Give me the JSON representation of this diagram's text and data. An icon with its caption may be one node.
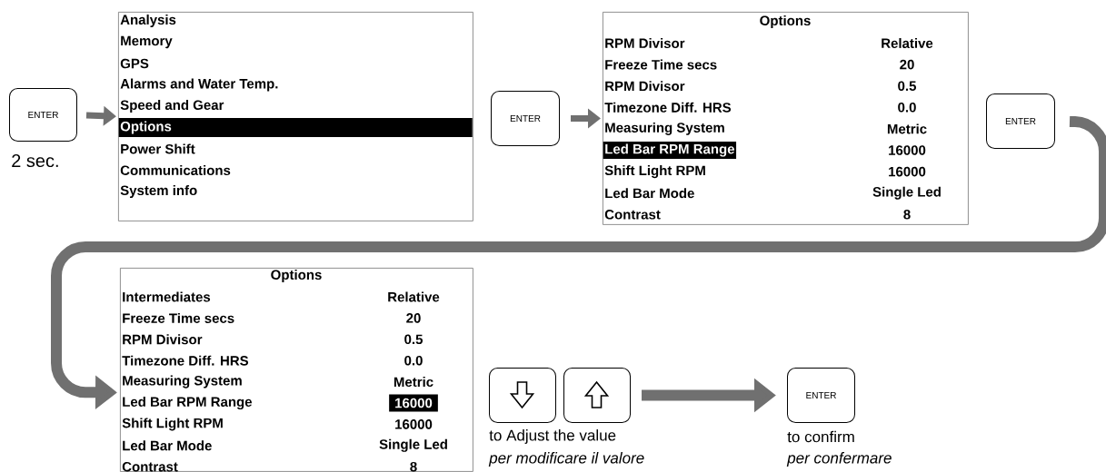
{
  "diagram": {
    "nodes": [
      {
        "text": [
          "ENTER"
        ],
        "beside": [
          "2 sec."
        ]
      },
      {
        "text": [
          "Analysis",
          "Memory",
          "GPS",
          "Alarms and Water Temp.",
          "Speed and Gear",
          "Options",
          "Power Shift",
          "Communications",
          "System info"
        ]
      },
      {
        "text": [
          "ENTER"
        ]
      },
      {
        "text": [
          "Options",
          "RPM Divisor",
          "Relative",
          "Freeze Time secs",
          "20",
          "RPM Divisor",
          "0.5",
          "Timezone Diff. HRS",
          "0.0",
          "Measuring System",
          "Metric",
          "Led Bar RPM Range",
          "16000",
          "Shift Light RPM",
          "16000",
          "Led Bar Mode",
          "Single Led",
          "Contrast",
          "8"
        ]
      },
      {
        "text": [
          "ENTER"
        ]
      },
      {
        "text": [
          "Options",
          "Intermediates",
          "Relative",
          "Freeze Time secs",
          "20",
          "RPM Divisor",
          "0.5",
          "Timezone Diff. HRS",
          "0.0",
          "Measuring System",
          "Metric",
          "Led Bar RPM Range",
          "16000",
          "Shift Light RPM",
          "16000",
          "Led Bar Mode",
          "Single Led",
          "Contrast",
          "8"
        ]
      },
      {
        "text": [],
        "shape": "box"
      },
      {
        "text": [],
        "shape": "box"
      },
      {
        "text": [
          "ENTER"
        ],
        "beside": [
          "to confirm",
          "per confermare"
        ]
      }
    ],
    "edges": [
      {
        "from": 0,
        "to": 1,
        "arrow": "to"
      },
      {
        "from": 2,
        "to": 3,
        "arrow": "to"
      },
      {
        "from": 4,
        "to": 5,
        "arrow": "to"
      },
      {
        "from": 7,
        "to": 8,
        "arrow": "to"
      }
    ],
    "labels": [
      "to Adjust the value",
      "per modificare il valore"
    ]
  }
}
